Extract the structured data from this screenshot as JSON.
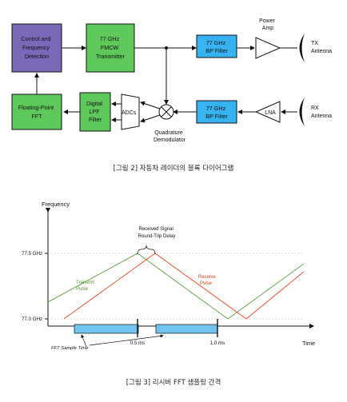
{
  "figure2": {
    "blocks": {
      "control": [
        "Control and",
        "Frequency",
        "Detection"
      ],
      "transmitter": [
        "77 GHz",
        "FMCW",
        "Transmitter"
      ],
      "fft": [
        "Floating-Point",
        "FFT"
      ],
      "lpf": [
        "Digital",
        "LPF",
        "Filter"
      ],
      "bp_tx": [
        "77 GHz",
        "BP Filter"
      ],
      "bp_rx": [
        "77 GHz",
        "BP Filter"
      ],
      "lna": "LNA"
    },
    "labels": {
      "power_amp": [
        "Power",
        "Amp"
      ],
      "tx_antenna": [
        "TX",
        "Antenna"
      ],
      "rx_antenna": [
        "RX",
        "Antenna"
      ],
      "adcs": "ADCs",
      "demod": [
        "Quadrature",
        "Demodulator"
      ]
    },
    "caption": "[그림 2] 자동차 레이더의 블록 다이어그램",
    "colors": {
      "green_block": "#5ec85a",
      "blue_block": "#36b3f0",
      "purple_block": "#7a68b8"
    }
  },
  "figure3": {
    "axes": {
      "ylabel": "Frequency",
      "xlabel": "Time",
      "y_ticks": [
        "77.5 GHz",
        "77.0 GHz"
      ],
      "x_ticks": [
        "0.5 ms",
        "1.0 ms"
      ]
    },
    "annotations": {
      "delay": [
        "Received Signal",
        "Round-Trip Delay"
      ],
      "transmit": [
        "Transmit",
        "Pulse"
      ],
      "receive": [
        "Receive",
        "Pulse"
      ],
      "fft_sample": "FFT Sample Time"
    },
    "caption": "[그림 3] 리시버 FFT 샘플링 간격",
    "colors": {
      "transmit": "#6aa84f",
      "receive": "#e8532a",
      "sample_bar": "#6fc3ee"
    }
  }
}
